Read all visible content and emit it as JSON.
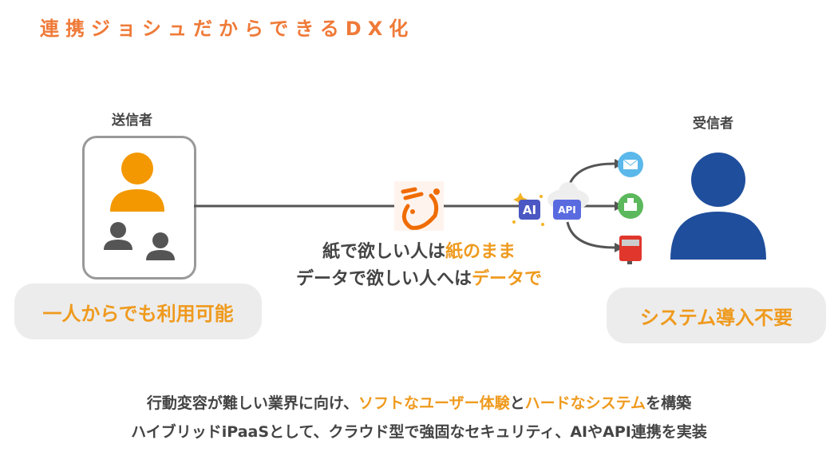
{
  "title": "連携ジョシュだからできるDX化",
  "sender": {
    "label": "送信者",
    "pill": "一人からでも利用可能"
  },
  "receiver": {
    "label": "受信者",
    "pill": "システム導入不要"
  },
  "middle": {
    "line1_a": "紙で欲しい人は",
    "line1_b": "紙のまま",
    "line2_a": "データで欲しい人へは",
    "line2_b": "データで"
  },
  "badges": {
    "ai": "AI",
    "api": "API"
  },
  "bottom": {
    "l1_a": "行動変容が難しい業界に向け、",
    "l1_b": "ソフトなユーザー体験",
    "l1_c": "と",
    "l1_d": "ハードなシステム",
    "l1_e": "を構築",
    "l2": "ハイブリッドiPaaSとして、クラウド型で強固なセキュリティ、AIやAPI連携を実装"
  },
  "colors": {
    "accent": "#ef7a38",
    "highlight": "#ef9a1e",
    "receiver": "#1f4e9c"
  }
}
